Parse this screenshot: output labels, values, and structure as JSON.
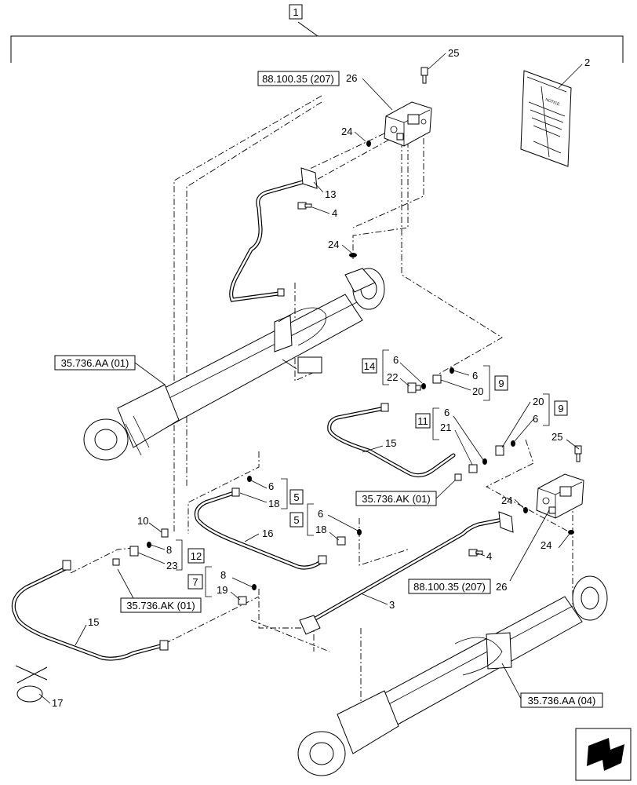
{
  "assembly_label": "1",
  "references": {
    "r_top_valve": "88.100.35 (207)",
    "r_cyl_left": "35.736.AA (01)",
    "r_ak_mid": "35.736.AK (01)",
    "r_ak_left": "35.736.AK (01)",
    "r_bottom_valve": "88.100.35 (207)",
    "r_cyl_bottom": "35.736.AA (04)"
  },
  "kits": {
    "k14": "14",
    "k9a": "9",
    "k11": "11",
    "k9b": "9",
    "k5a": "5",
    "k5b": "5",
    "k12": "12",
    "k7": "7"
  },
  "callouts": {
    "c25a": "25",
    "c2": "2",
    "c26a": "26",
    "c24a": "24",
    "c13": "13",
    "c4a": "4",
    "c24b": "24",
    "c6a": "6",
    "c22": "22",
    "c6b": "6",
    "c20a": "20",
    "c20b": "20",
    "c6c": "6",
    "c6d": "6",
    "c21": "21",
    "c15a": "15",
    "c25b": "25",
    "c6e": "6",
    "c18a": "18",
    "c6f": "6",
    "c18b": "18",
    "c16": "16",
    "c10": "10",
    "c8a": "8",
    "c23": "23",
    "c8b": "8",
    "c19": "19",
    "c24c": "24",
    "c24d": "24",
    "c4b": "4",
    "c26b": "26",
    "c3": "3",
    "c15b": "15",
    "c17": "17"
  },
  "book_label": "NOTICE"
}
